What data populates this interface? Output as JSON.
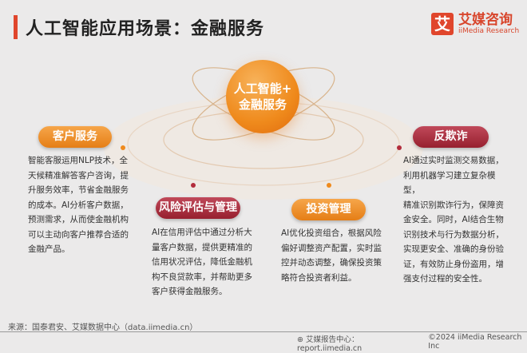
{
  "header": {
    "title": "人工智能应用场景：金融服务"
  },
  "logo": {
    "mark": "艾",
    "name_cn": "艾媒咨询",
    "name_en": "iiMedia Research"
  },
  "center": {
    "label": "人工智能+\n金融服务"
  },
  "colors": {
    "accent_orange": "#ef8a1c",
    "accent_red": "#a82a39",
    "brand": "#e0462c"
  },
  "sections": [
    {
      "title": "客户服务",
      "text": "智能客服运用NLP技术，全\n天候精准解答客户咨询，提\n升服务效率，节省金融服务\n的成本。AI分析客户数据，\n预测需求，从而使金融机构\n可以主动向客户推荐合适的\n金融产品。"
    },
    {
      "title": "风险评估与管理",
      "text": "AI在信用评估中通过分析大\n量客户数据，提供更精准的\n信用状况评估，降低金融机\n构不良贷款率，并帮助更多\n客户获得金融服务。"
    },
    {
      "title": "投资管理",
      "text": "AI优化投资组合，根据风险\n偏好调整资产配置，实时监\n控并动态调整，确保投资策\n略符合投资者利益。"
    },
    {
      "title": "反欺诈",
      "text": "AI通过实时监测交易数据，\n利用机器学习建立复杂模型，\n精准识别欺诈行为，保障资\n金安全。同时，AI结合生物\n识别技术与行为数据分析，\n实现更安全、准确的身份验\n证，有效防止身份盗用，增\n强支付过程的安全性。"
    }
  ],
  "footer": {
    "source": "来源：国泰君安、艾媒数据中心（data.iimedia.cn）",
    "report": "艾媒报告中心：report.iimedia.cn",
    "copyright": "©2024  iiMedia Research  Inc"
  }
}
